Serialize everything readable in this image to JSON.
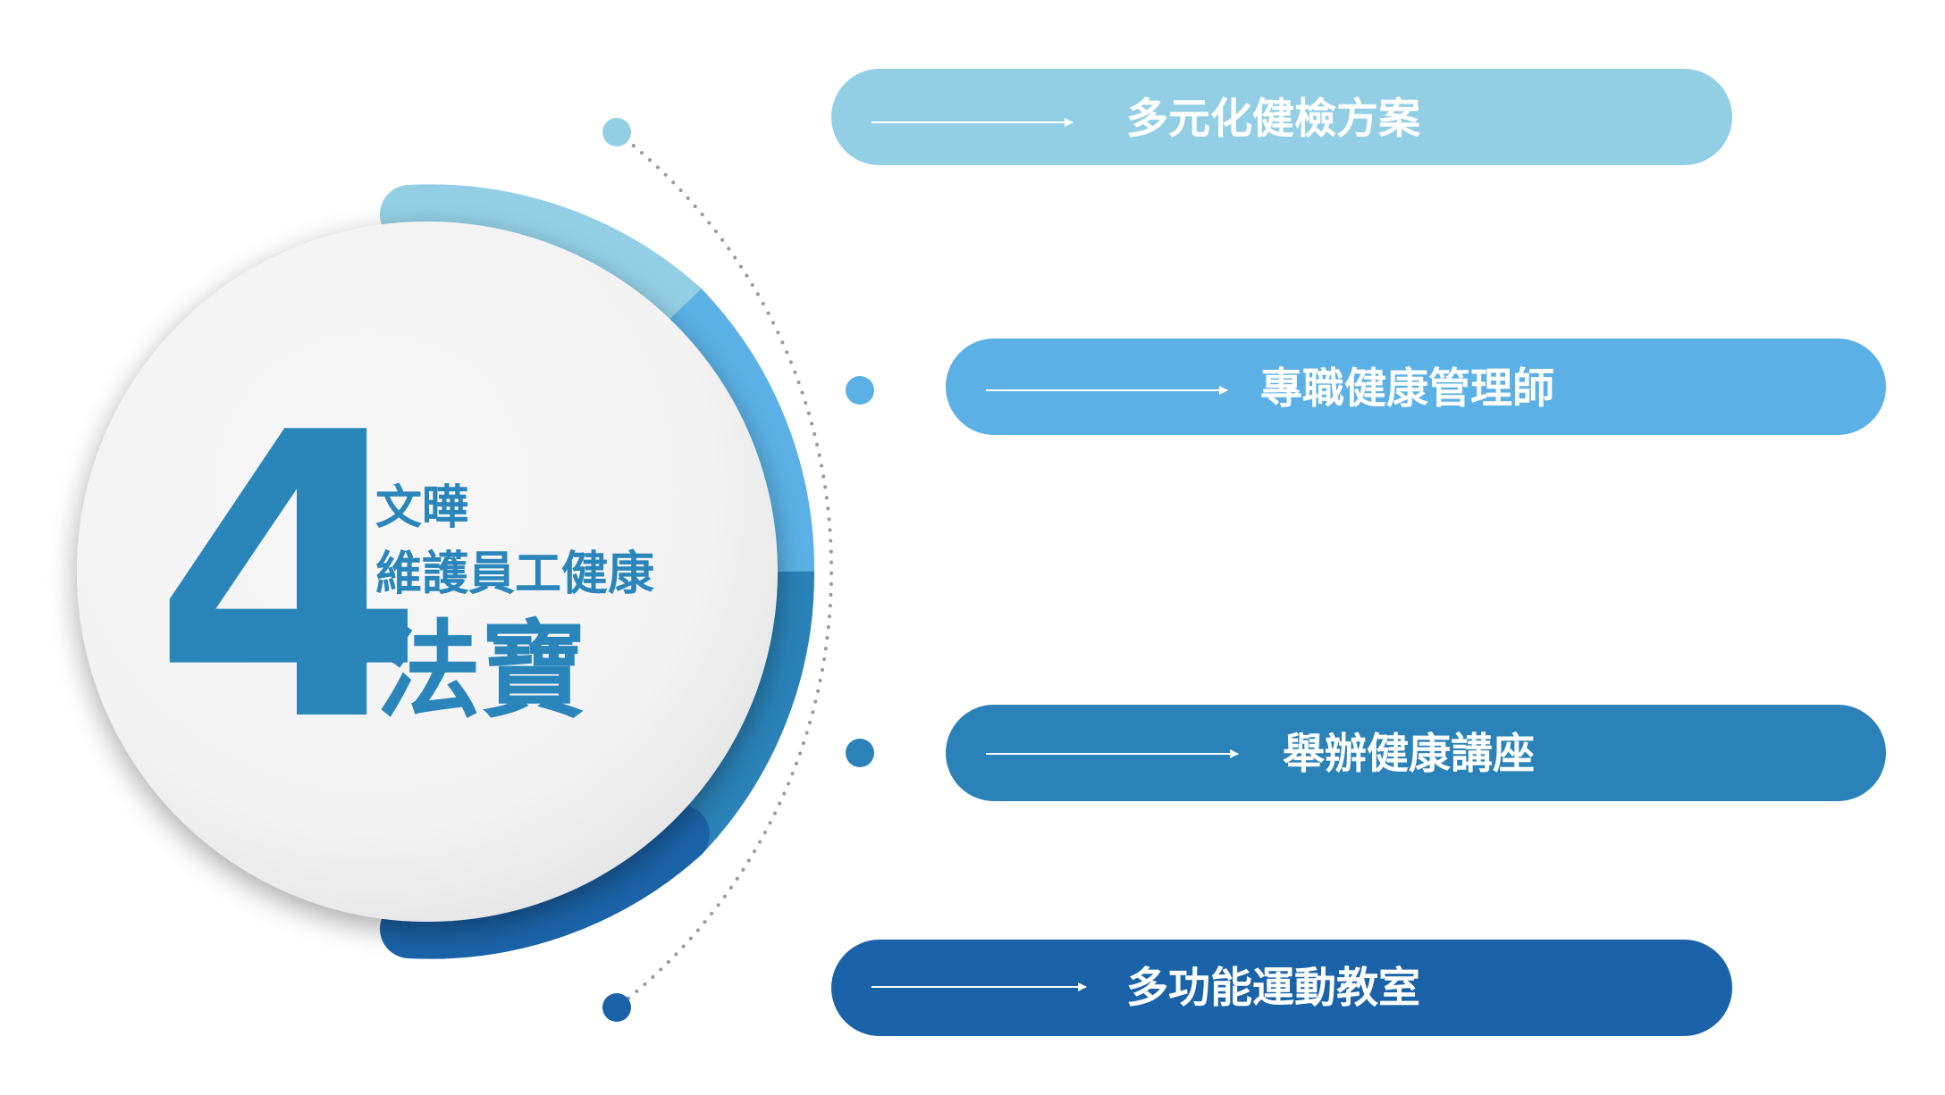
{
  "center": {
    "number": "4",
    "line1": "文曄",
    "line2": "維護員工健康",
    "line3": "法寶"
  },
  "items": [
    {
      "label": "多元化健檢方案",
      "color": "#93cfe4"
    },
    {
      "label": "專職健康管理師",
      "color": "#5bb1e5"
    },
    {
      "label": "舉辦健康講座",
      "color": "#2a82b8"
    },
    {
      "label": "多功能運動教室",
      "color": "#1a63a8"
    }
  ],
  "colors": {
    "dotted_line": "#999999",
    "circle_fill": "#f4f4f4",
    "title_text": "#2a85bb"
  }
}
